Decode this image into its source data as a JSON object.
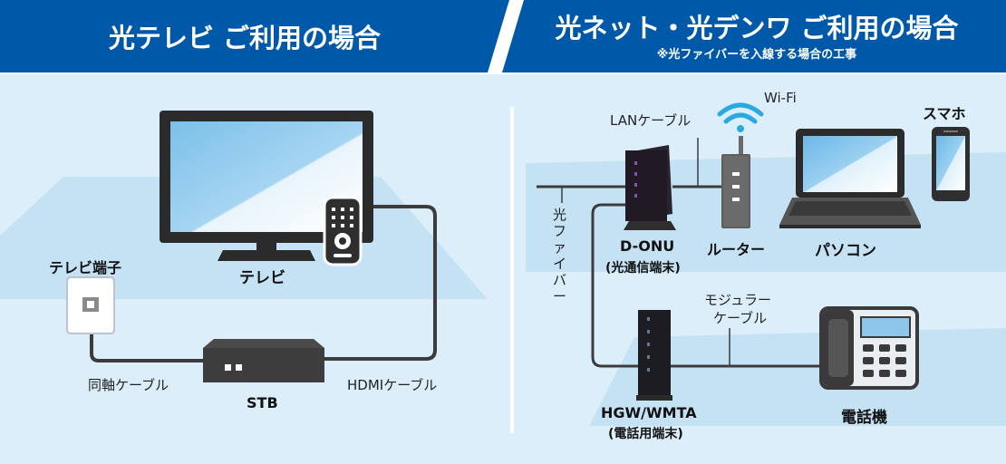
{
  "headers": {
    "left_title": "光テレビ ご利用の場合",
    "right_title": "光ネット・光デンワ ご利用の場合",
    "right_note": "※光ファイバーを入線する場合の工事"
  },
  "tv_section": {
    "tv_label": "テレビ",
    "outlet_label": "テレビ端子",
    "stb_label": "STB",
    "coax_cable_label": "同軸ケーブル",
    "hdmi_cable_label": "HDMIケーブル"
  },
  "net_section": {
    "wifi_label": "Wi-Fi",
    "lan_cable_label": "LANケーブル",
    "smartphone_label": "スマホ",
    "fiber_label": "光ファイバー",
    "onu_label": "D-ONU",
    "onu_sub_label": "(光通信端末)",
    "router_label": "ルーター",
    "pc_label": "パソコン",
    "modular_cable_label_1": "モジュラー",
    "modular_cable_label_2": "ケーブル",
    "hgw_label": "HGW/WMTA",
    "hgw_sub_label": "(電話用端末)",
    "phone_label": "電話機"
  },
  "colors": {
    "header_blue": "#0059a8",
    "panel_background": "#ddeefb",
    "floor_blue": "#c5e1f4",
    "cable": "#3c3c3c",
    "screen_gradient": "#9ccfee"
  }
}
